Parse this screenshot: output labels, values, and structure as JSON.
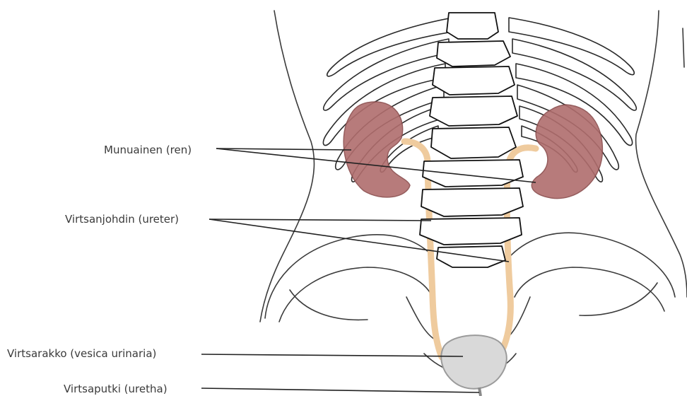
{
  "labels": {
    "kidney": "Munuainen (ren)",
    "ureter": "Virtsanjohdin (ureter)",
    "bladder": "Virtsarakko (vesica urinaria)",
    "urethra": "Virtsaputki (uretha)"
  },
  "colors": {
    "kidney": "#b06d6d",
    "ureter": "#efcb9e",
    "bladder": "#d9d9d9",
    "bone": "#ffffff",
    "outline": "#333333"
  }
}
